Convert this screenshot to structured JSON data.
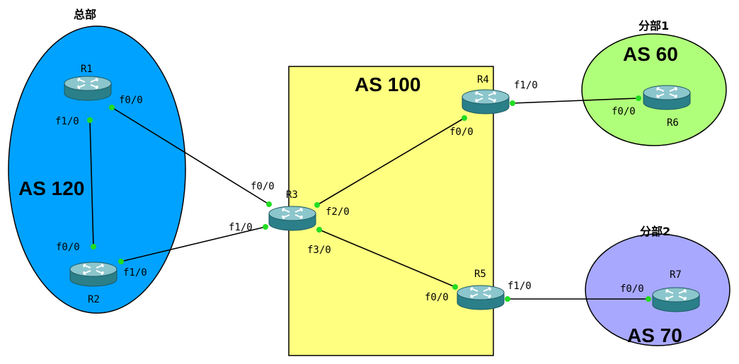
{
  "sites": {
    "hq": {
      "title": "总部",
      "as": "AS 120",
      "color": "#00a2ff"
    },
    "core": {
      "as": "AS 100",
      "color": "#ffff80"
    },
    "branch1": {
      "title": "分部1",
      "as": "AS 60",
      "color": "#b0ff7a"
    },
    "branch2": {
      "title": "分部2",
      "as": "AS 70",
      "color": "#a8a8ff"
    }
  },
  "routers": {
    "r1": {
      "name": "R1"
    },
    "r2": {
      "name": "R2"
    },
    "r3": {
      "name": "R3"
    },
    "r4": {
      "name": "R4"
    },
    "r5": {
      "name": "R5"
    },
    "r6": {
      "name": "R6"
    },
    "r7": {
      "name": "R7"
    }
  },
  "interfaces": {
    "r1_f00": "f0/0",
    "r1_f10": "f1/0",
    "r2_f00": "f0/0",
    "r2_f10": "f1/0",
    "r3_f00": "f0/0",
    "r3_f10": "f1/0",
    "r3_f20": "f2/0",
    "r3_f30": "f3/0",
    "r4_f00": "f0/0",
    "r4_f10": "f1/0",
    "r5_f00": "f0/0",
    "r5_f10": "f1/0",
    "r6_f00": "f0/0",
    "r7_f00": "f0/0"
  },
  "colors": {
    "router_body": "#2f8a94",
    "router_top": "#8fc8cf",
    "port": "#22dd22"
  }
}
